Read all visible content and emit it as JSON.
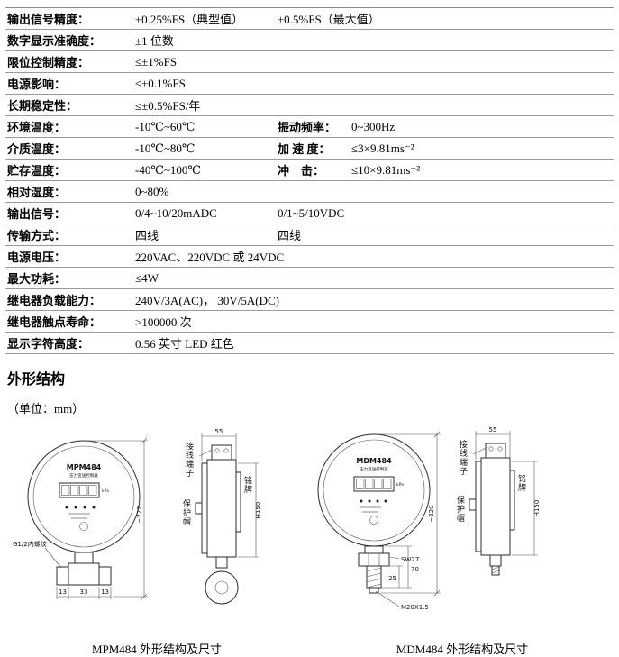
{
  "specs": {
    "g1": [
      {
        "label": "输出信号精度：",
        "v1": "±0.25%FS（典型值）",
        "v2": "±0.5%FS（最大值）"
      },
      {
        "label": "数字显示准确度：",
        "v1": "±1 位数",
        "v2": ""
      },
      {
        "label": "限位控制精度：",
        "v1": "≤±1%FS",
        "v2": ""
      },
      {
        "label": "电源影响：",
        "v1": "≤±0.1%FS",
        "v2": ""
      },
      {
        "label": "长期稳定性：",
        "v1": "≤±0.5%FS/年",
        "v2": ""
      }
    ],
    "g2": [
      {
        "label": "环境温度：",
        "v1": "-10℃~60℃",
        "label2": "振动频率：",
        "v2": "0~300Hz"
      },
      {
        "label": "介质温度：",
        "v1": "-10℃~80℃",
        "label2": "加 速 度：",
        "v2": "≤3×9.81ms⁻²"
      },
      {
        "label": "贮存温度：",
        "v1": "-40℃~100℃",
        "label2": "冲　击：",
        "v2": "≤10×9.81ms⁻²"
      },
      {
        "label": "相对湿度：",
        "v1": "0~80%",
        "label2": "",
        "v2": ""
      }
    ],
    "g3": [
      {
        "label": "输出信号：",
        "v1": "0/4~10/20mADC",
        "v2": "0/1~5/10VDC"
      },
      {
        "label": "传输方式：",
        "v1": "四线",
        "v2": "四线"
      },
      {
        "label": "电源电压：",
        "v1": "220VAC、220VDC 或 24VDC",
        "v2": ""
      },
      {
        "label": "最大功耗：",
        "v1": "≤4W",
        "v2": ""
      }
    ],
    "g4": [
      {
        "label": "继电器负载能力：",
        "v1": "240V/3A(AC)，  30V/5A(DC)",
        "v2": ""
      },
      {
        "label": "继电器触点寿命：",
        "v1": ">100000 次",
        "v2": ""
      },
      {
        "label": "显示字符高度：",
        "v1": "0.56 英寸 LED 红色",
        "v2": ""
      }
    ]
  },
  "section": {
    "title": "外形结构",
    "unit_note": "（单位：mm）"
  },
  "drawings": {
    "left": {
      "caption": "MPM484 外形结构及尺寸",
      "face_title": "MPM484",
      "face_subtitle": "压力变送控制器",
      "face_unit": "kPa",
      "dim_depth": "55",
      "dim_total_height": "~222",
      "dim_case_height": "H150",
      "label_terminal": "接线端子",
      "label_cap": "保护帽",
      "label_nameplate": "铭牌",
      "label_thread": "G1/2内螺纹",
      "dim_bottom_left": "13",
      "dim_bottom_mid": "33",
      "dim_bottom_right": "13"
    },
    "right": {
      "caption": "MDM484 外形结构及尺寸",
      "face_title": "MDM484",
      "face_subtitle": "压力变送控制器",
      "face_unit": "kPa",
      "dim_depth": "55",
      "dim_total_height": "~220",
      "dim_case_height": "H150",
      "label_terminal": "接线端子",
      "label_cap": "保护帽",
      "label_nameplate": "铭牌",
      "label_wrench": "SW27",
      "label_thread": "M20X1.5",
      "dim_stem": "70",
      "dim_thread": "25"
    }
  }
}
